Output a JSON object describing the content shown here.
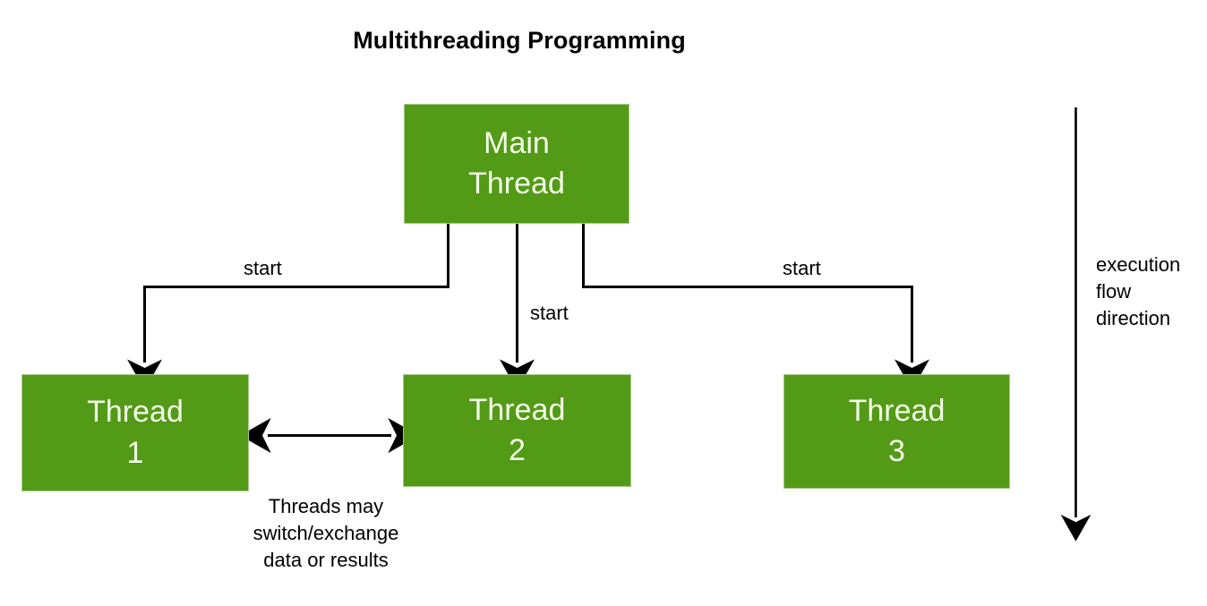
{
  "title": "Multithreading Programming",
  "colors": {
    "box_fill": "#539a17",
    "box_border": "#a9c98c",
    "box_text": "#f4ffe9",
    "line": "#000000",
    "background": "#ffffff"
  },
  "boxes": {
    "main": {
      "line1": "Main",
      "line2": "Thread"
    },
    "thread1": {
      "line1": "Thread",
      "line2": "1"
    },
    "thread2": {
      "line1": "Thread",
      "line2": "2"
    },
    "thread3": {
      "line1": "Thread",
      "line2": "3"
    }
  },
  "edges": {
    "start_left": "start",
    "start_center": "start",
    "start_right": "start"
  },
  "annotations": {
    "exchange": {
      "line1": "Threads may",
      "line2": "switch/exchange",
      "line3": "data or results"
    },
    "flow": {
      "line1": "execution",
      "line2": "flow",
      "line3": "direction"
    }
  }
}
